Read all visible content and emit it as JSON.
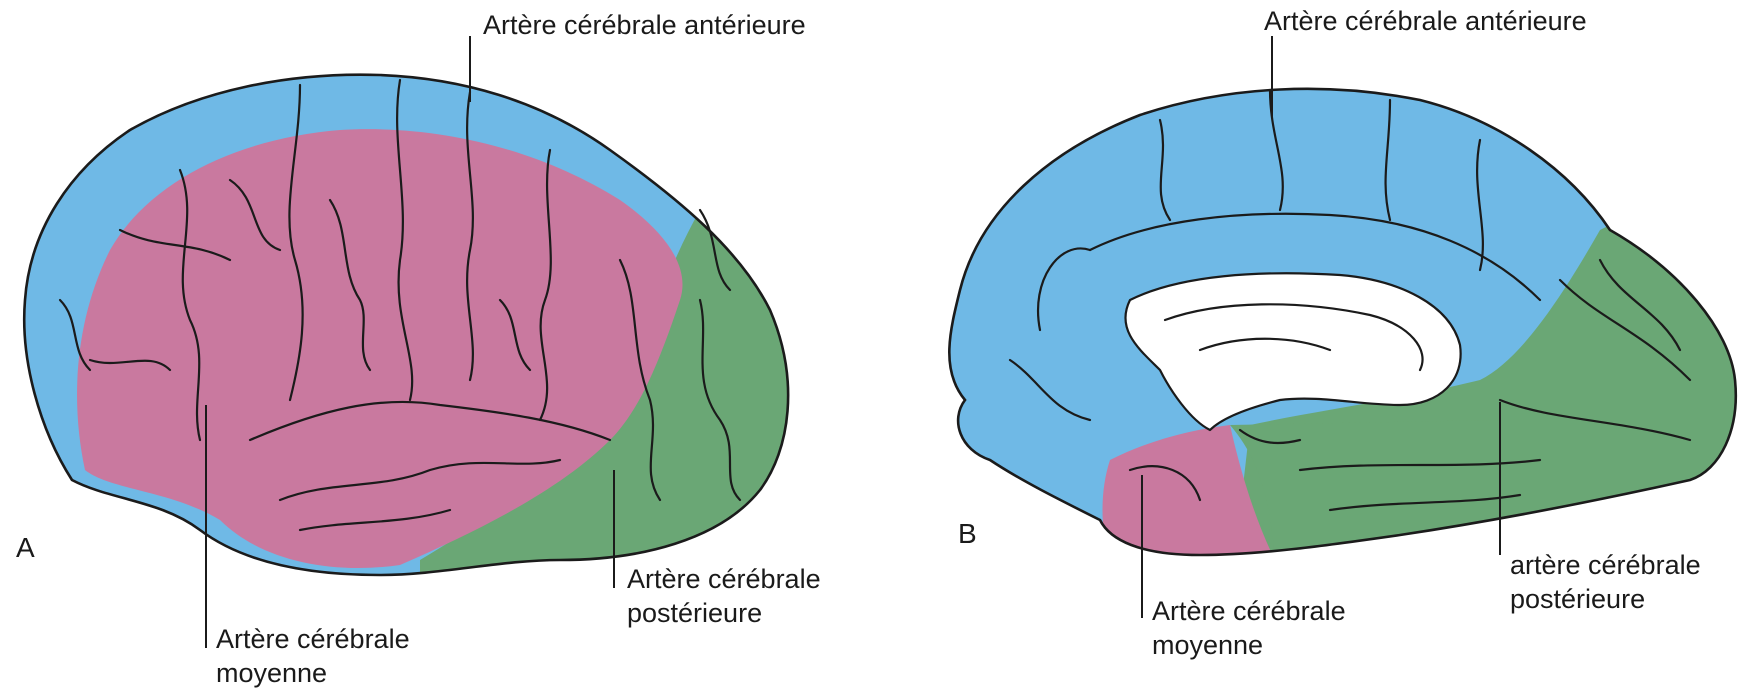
{
  "panel_a": {
    "letter": "A",
    "label_top": "Artère cérébrale antérieure",
    "label_posterior_line1": "Artère cérébrale",
    "label_posterior_line2": "postérieure",
    "label_middle_line1": "Artère cérébrale",
    "label_middle_line2": "moyenne"
  },
  "panel_b": {
    "letter": "B",
    "label_top": "Artère cérébrale antérieure",
    "label_posterior_line1": "artère cérébrale",
    "label_posterior_line2": "postérieure",
    "label_middle_line1": "Artère cérébrale",
    "label_middle_line2": "moyenne"
  },
  "colors": {
    "anterior": "#6fb9e6",
    "middle": "#c9799f",
    "posterior": "#6aa775"
  }
}
